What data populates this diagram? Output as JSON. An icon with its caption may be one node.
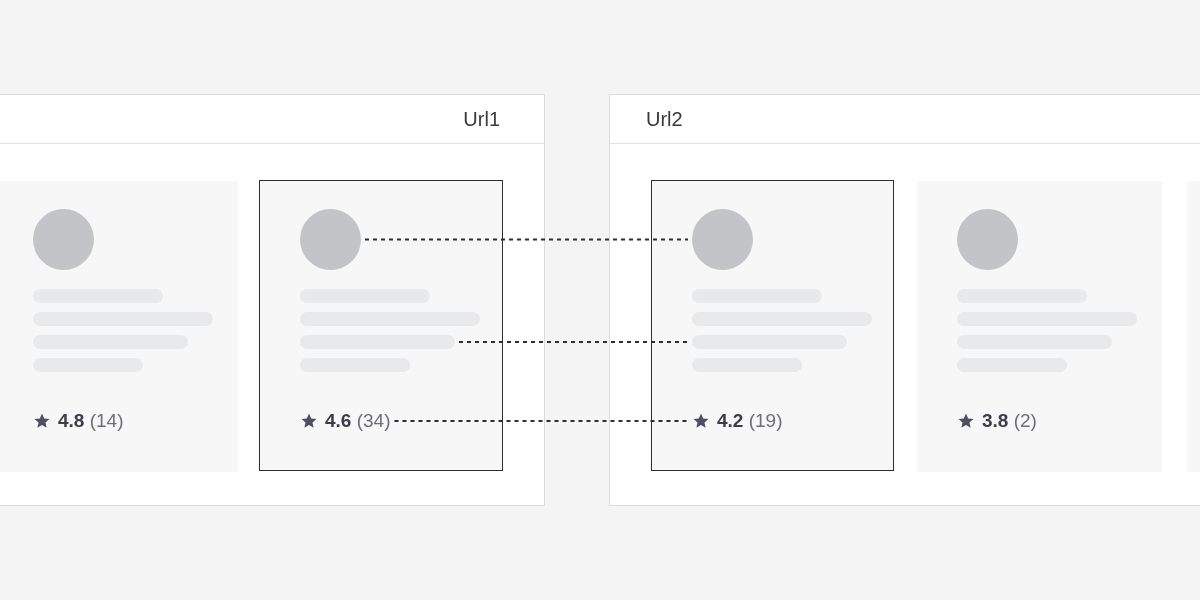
{
  "diagram": {
    "nodes": [
      {
        "text": [
          "Url1"
        ]
      },
      {
        "text": [],
        "shape": "box",
        "in": 0
      },
      {
        "text": [],
        "shape": "circle",
        "in": 1
      },
      {
        "text": [],
        "shape": "bar",
        "in": 1
      },
      {
        "text": [],
        "shape": "bar",
        "in": 1
      },
      {
        "text": [],
        "shape": "bar",
        "in": 1
      },
      {
        "text": [],
        "shape": "bar",
        "in": 1
      },
      {
        "text": [
          "**4.8** (14)"
        ],
        "in": 1
      },
      {
        "text": [],
        "shape": "frame",
        "in": 0
      },
      {
        "text": [],
        "shape": "circle",
        "in": 8
      },
      {
        "text": [],
        "shape": "bar",
        "in": 8
      },
      {
        "text": [],
        "shape": "bar",
        "in": 8
      },
      {
        "text": [],
        "shape": "bar",
        "in": 8
      },
      {
        "text": [],
        "shape": "bar",
        "in": 8
      },
      {
        "text": [
          "**4.6** (34)"
        ],
        "in": 8
      },
      {
        "text": [
          "Url2"
        ]
      },
      {
        "text": [],
        "shape": "frame",
        "in": 15
      },
      {
        "text": [],
        "shape": "circle",
        "in": 16
      },
      {
        "text": [],
        "shape": "bar",
        "in": 16
      },
      {
        "text": [],
        "shape": "bar",
        "in": 16
      },
      {
        "text": [],
        "shape": "bar",
        "in": 16
      },
      {
        "text": [],
        "shape": "bar",
        "in": 16
      },
      {
        "text": [
          "**4.2** (19)"
        ],
        "in": 16
      },
      {
        "text": [],
        "shape": "box",
        "in": 15
      },
      {
        "text": [],
        "shape": "circle",
        "in": 23
      },
      {
        "text": [],
        "shape": "bar",
        "in": 23
      },
      {
        "text": [],
        "shape": "bar",
        "in": 23
      },
      {
        "text": [],
        "shape": "bar",
        "in": 23
      },
      {
        "text": [],
        "shape": "bar",
        "in": 23
      },
      {
        "text": [
          "**3.8** (2)"
        ],
        "in": 23
      },
      {
        "text": [],
        "shape": "box",
        "in": 15
      }
    ],
    "edges": [
      {
        "from": 9,
        "to": 17,
        "arrow": "none",
        "style": "dashed"
      },
      {
        "from": 12,
        "to": 20,
        "arrow": "none",
        "style": "dashed"
      },
      {
        "from": 14,
        "to": 22,
        "arrow": "none",
        "style": "dashed"
      }
    ]
  }
}
